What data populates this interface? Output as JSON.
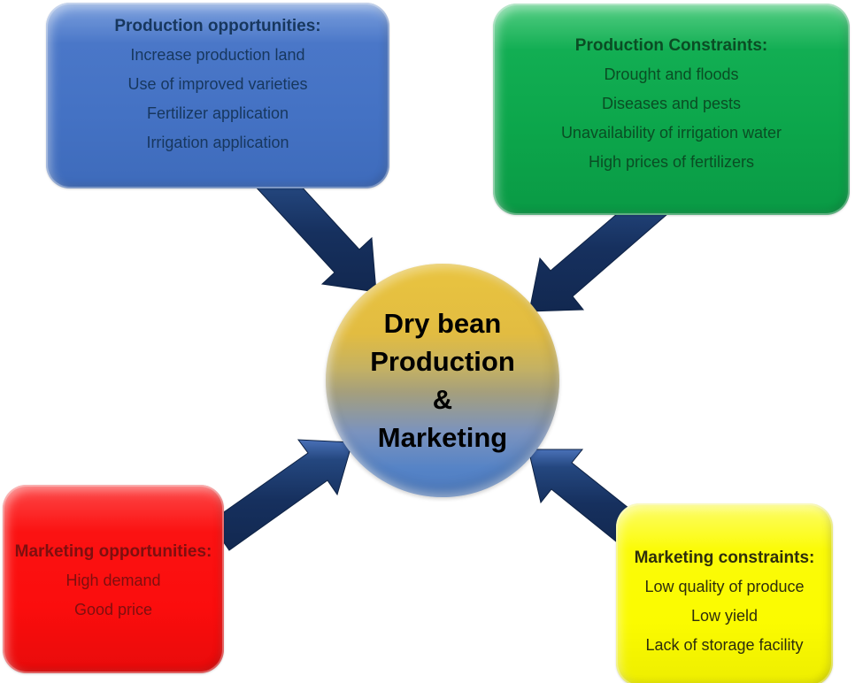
{
  "diagram": {
    "type": "flow-diagram",
    "background_color": "#FFFFFF",
    "arrow_color": "#1B3566",
    "center": {
      "lines": [
        "Dry bean",
        "Production",
        "&",
        "Marketing"
      ],
      "text_color": "#000000",
      "gradient_top": "#E8C33E",
      "gradient_bottom": "#4E7CC1"
    },
    "boxes": [
      {
        "id": "production-opportunities",
        "position": "top-left",
        "fill": "#4472C4",
        "text_color": "#17375E",
        "title": "Production opportunities:",
        "items": [
          "Increase production land",
          "Use of improved varieties",
          "Fertilizer application",
          "Irrigation application"
        ]
      },
      {
        "id": "production-constraints",
        "position": "top-right",
        "fill": "#0CA64B",
        "text_color": "#0A4D24",
        "title": "Production Constraints:",
        "items": [
          "Drought and floods",
          "Diseases and pests",
          "Unavailability of irrigation water",
          "High prices of fertilizers"
        ]
      },
      {
        "id": "marketing-opportunities",
        "position": "bottom-left",
        "fill": "#FB0D0D",
        "text_color": "#7E0F0F",
        "title": "Marketing opportunities:",
        "items": [
          "High demand",
          "Good price"
        ]
      },
      {
        "id": "marketing-constraints",
        "position": "bottom-right",
        "fill": "#FBFB00",
        "text_color": "#2E2E0C",
        "title": "Marketing constraints:",
        "items": [
          "Low quality of produce",
          "Low yield",
          "Lack of storage facility"
        ]
      }
    ]
  }
}
